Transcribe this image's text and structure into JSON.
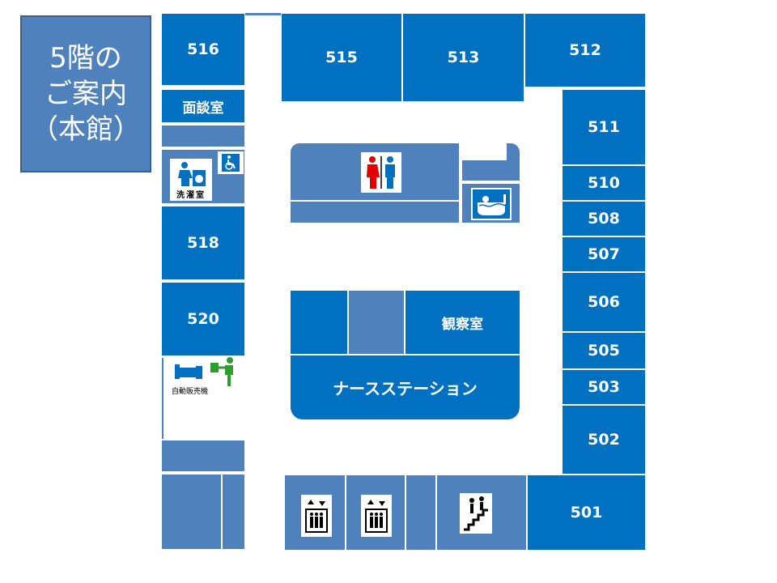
{
  "floor_title": {
    "line1": "5階の",
    "line2": "ご案内",
    "line3": "（本館）"
  },
  "rooms": {
    "r516": "516",
    "r515": "515",
    "r513": "513",
    "r512": "512",
    "r511": "511",
    "r510": "510",
    "r508": "508",
    "r507": "507",
    "r506": "506",
    "r505": "505",
    "r503": "503",
    "r502": "502",
    "r501": "501",
    "r518": "518",
    "r520": "520"
  },
  "labels": {
    "interview_room": "面談室",
    "laundry_room": "洗濯室",
    "observation_room": "観察室",
    "nurse_station": "ナースステーション",
    "vending_machine": "自動販売機"
  },
  "icons": {
    "wheelchair": "wheelchair-icon",
    "restroom": "restroom-icon",
    "bath": "bath-icon",
    "elevator": "elevator-icon",
    "stairs": "stairs-icon",
    "laundry": "laundry-icon",
    "vending": "vending-machine-icon"
  },
  "colors": {
    "room_dark": "#0070c0",
    "room_mid": "#4f81bd",
    "title_box": "#4f81bd"
  }
}
